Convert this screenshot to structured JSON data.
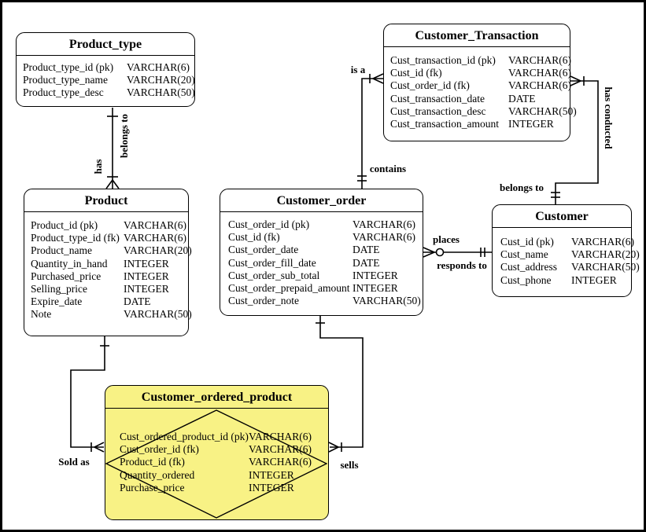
{
  "colors": {
    "background": "#FFFFFF",
    "line": "#000000",
    "entity_fill": "#FFFFFF",
    "associative_entity_fill": "#F8F285"
  },
  "entities": {
    "product_type": {
      "title": "Product_type",
      "attributes": [
        {
          "name": "Product_type_id (pk)",
          "type": "VARCHAR(6)"
        },
        {
          "name": "Product_type_name",
          "type": "VARCHAR(20)"
        },
        {
          "name": "Product_type_desc",
          "type": "VARCHAR(50)"
        }
      ]
    },
    "customer_transaction": {
      "title": "Customer_Transaction",
      "attributes": [
        {
          "name": "Cust_transaction_id (pk)",
          "type": "VARCHAR(6)"
        },
        {
          "name": "Cust_id (fk)",
          "type": "VARCHAR(6)"
        },
        {
          "name": "Cust_order_id (fk)",
          "type": "VARCHAR(6)"
        },
        {
          "name": "Cust_transaction_date",
          "type": "DATE"
        },
        {
          "name": "Cust_transaction_desc",
          "type": "VARCHAR(50)"
        },
        {
          "name": "Cust_transaction_amount",
          "type": "INTEGER"
        }
      ]
    },
    "product": {
      "title": "Product",
      "attributes": [
        {
          "name": "Product_id (pk)",
          "type": "VARCHAR(6)"
        },
        {
          "name": "Product_type_id (fk)",
          "type": "VARCHAR(6)"
        },
        {
          "name": "Product_name",
          "type": "VARCHAR(20)"
        },
        {
          "name": "Quantity_in_hand",
          "type": "INTEGER"
        },
        {
          "name": "Purchased_price",
          "type": "INTEGER"
        },
        {
          "name": "Selling_price",
          "type": "INTEGER"
        },
        {
          "name": "Expire_date",
          "type": "DATE"
        },
        {
          "name": "Note",
          "type": "VARCHAR(50)"
        }
      ]
    },
    "customer_order": {
      "title": "Customer_order",
      "attributes": [
        {
          "name": "Cust_order_id (pk)",
          "type": "VARCHAR(6)"
        },
        {
          "name": "Cust_id (fk)",
          "type": "VARCHAR(6)"
        },
        {
          "name": "Cust_order_date",
          "type": "DATE"
        },
        {
          "name": "Cust_order_fill_date",
          "type": "DATE"
        },
        {
          "name": "Cust_order_sub_total",
          "type": "INTEGER"
        },
        {
          "name": "Cust_order_prepaid_amount",
          "type": "INTEGER"
        },
        {
          "name": "Cust_order_note",
          "type": "VARCHAR(50)"
        }
      ]
    },
    "customer": {
      "title": "Customer",
      "attributes": [
        {
          "name": "Cust_id (pk)",
          "type": "VARCHAR(6)"
        },
        {
          "name": "Cust_name",
          "type": "VARCHAR(20)"
        },
        {
          "name": "Cust_address",
          "type": "VARCHAR(50)"
        },
        {
          "name": "Cust_phone",
          "type": "INTEGER"
        }
      ]
    },
    "customer_ordered_product": {
      "title": "Customer_ordered_product",
      "attributes": [
        {
          "name": "Cust_ordered_product_id (pk)",
          "type": "VARCHAR(6)"
        },
        {
          "name": "Cust_order_id (fk)",
          "type": "VARCHAR(6)"
        },
        {
          "name": "Product_id (fk)",
          "type": "VARCHAR(6)"
        },
        {
          "name": "Quantity_ordered",
          "type": "INTEGER"
        },
        {
          "name": "Purchase_price",
          "type": "INTEGER"
        }
      ]
    }
  },
  "relationship_labels": {
    "belongs_to_product_type": "belongs to",
    "has": "has",
    "is_a": "is a",
    "contains": "contains",
    "has_conducted": "has conducted",
    "belongs_to_customer": "belongs to",
    "places": "places",
    "responds_to": "responds to",
    "sold_as": "Sold as",
    "sells": "sells"
  }
}
